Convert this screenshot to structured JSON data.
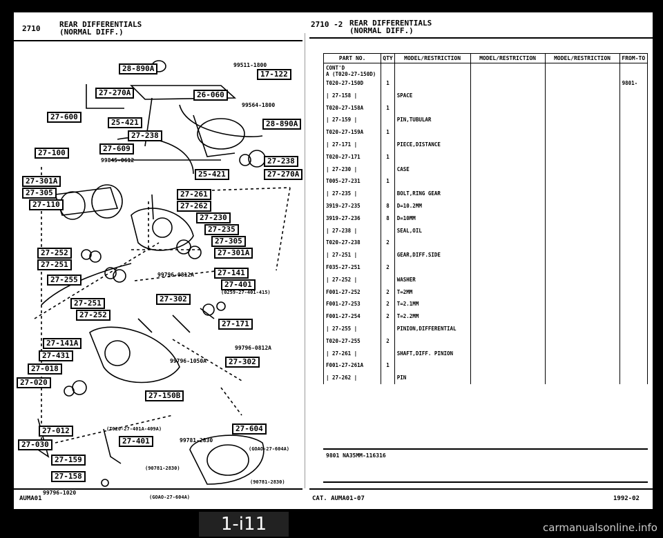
{
  "left_header": {
    "code": "2710",
    "title_1": "REAR DIFFERENTIALS",
    "title_2": "(NORMAL DIFF.)"
  },
  "right_header": {
    "code": "2710 -2",
    "title_1": "REAR DIFFERENTIALS",
    "title_2": "(NORMAL DIFF.)"
  },
  "diagram": {
    "callouts": [
      "28-890A",
      "17-122",
      "27-270A",
      "26-060",
      "27-600",
      "25-421",
      "28-890A",
      "27-238",
      "27-609",
      "27-100",
      "27-238",
      "25-421",
      "27-270A",
      "27-301A",
      "27-305",
      "27-110",
      "27-261",
      "27-262",
      "27-230",
      "27-235",
      "27-305",
      "27-301A",
      "27-252",
      "27-251",
      "27-255",
      "27-141",
      "27-401",
      "27-251",
      "27-302",
      "27-252",
      "27-171",
      "27-141A",
      "27-431",
      "27-018",
      "27-020",
      "27-302",
      "27-150B",
      "27-012",
      "27-030",
      "27-604",
      "27-401",
      "27-159",
      "27-158"
    ],
    "part_numbers": [
      "99511-1800",
      "99564-1800",
      "99845-0612",
      "99796-0812A",
      "(0259-27-401-415)",
      "99796-0812A",
      "99796-1050A",
      "(T020-27-401A-409A)",
      "99781-2830",
      "(GOAO-27-604A)",
      "(90781-2830)",
      "(90781-2830)",
      "(GOAO-27-604A)",
      "99796-1020"
    ]
  },
  "table": {
    "headers": [
      "PART NO.",
      "QTY",
      "MODEL/RESTRICTION",
      "MODEL/RESTRICTION",
      "MODEL/RESTRICTION",
      "FROM-TO"
    ],
    "cont_line_1": "CONT'D",
    "cont_line_2": "A (T020-27-150D)",
    "rows": [
      {
        "part": "T020-27-150D",
        "qty": "1",
        "desc": "",
        "from": "9801-"
      },
      {
        "part": "| 27-158 |",
        "qty": "",
        "desc": "SPACE",
        "from": ""
      },
      {
        "part": "T020-27-158A",
        "qty": "1",
        "desc": "",
        "from": ""
      },
      {
        "part": "| 27-159 |",
        "qty": "",
        "desc": "PIN,TUBULAR",
        "from": ""
      },
      {
        "part": "T020-27-159A",
        "qty": "1",
        "desc": "",
        "from": ""
      },
      {
        "part": "| 27-171 |",
        "qty": "",
        "desc": "PIECE,DISTANCE",
        "from": ""
      },
      {
        "part": "T020-27-171",
        "qty": "1",
        "desc": "",
        "from": ""
      },
      {
        "part": "| 27-230 |",
        "qty": "",
        "desc": "CASE",
        "from": ""
      },
      {
        "part": "T005-27-231",
        "qty": "1",
        "desc": "",
        "from": ""
      },
      {
        "part": "| 27-235 |",
        "qty": "",
        "desc": "BOLT,RING GEAR",
        "from": ""
      },
      {
        "part": "3919-27-235",
        "qty": "8",
        "desc": "D=10.2MM",
        "from": ""
      },
      {
        "part": "3919-27-236",
        "qty": "8",
        "desc": "D=10MM",
        "from": ""
      },
      {
        "part": "| 27-238 |",
        "qty": "",
        "desc": "SEAL,OIL",
        "from": ""
      },
      {
        "part": "T020-27-238",
        "qty": "2",
        "desc": "",
        "from": ""
      },
      {
        "part": "| 27-251 |",
        "qty": "",
        "desc": "GEAR,DIFF.SIDE",
        "from": ""
      },
      {
        "part": "F035-27-251",
        "qty": "2",
        "desc": "",
        "from": ""
      },
      {
        "part": "| 27-252 |",
        "qty": "",
        "desc": "WASHER",
        "from": ""
      },
      {
        "part": "F001-27-252",
        "qty": "2",
        "desc": "T=2MM",
        "from": ""
      },
      {
        "part": "F001-27-253",
        "qty": "2",
        "desc": "T=2.1MM",
        "from": ""
      },
      {
        "part": "F001-27-254",
        "qty": "2",
        "desc": "T=2.2MM",
        "from": ""
      },
      {
        "part": "| 27-255 |",
        "qty": "",
        "desc": "PINION,DIFFERENTIAL",
        "from": ""
      },
      {
        "part": "T020-27-255",
        "qty": "2",
        "desc": "",
        "from": ""
      },
      {
        "part": "| 27-261 |",
        "qty": "",
        "desc": "SHAFT,DIFF. PINION",
        "from": ""
      },
      {
        "part": "F001-27-261A",
        "qty": "1",
        "desc": "",
        "from": ""
      },
      {
        "part": "| 27-262 |",
        "qty": "",
        "desc": "PIN",
        "from": ""
      }
    ],
    "footnote": "9801 NA35MM-116316"
  },
  "footer": {
    "left": "AUMA01",
    "mid": "CAT. AUMA01-07",
    "right": "1992-02"
  },
  "page_number": "1-i11",
  "watermark": "carmanualsonline.info"
}
